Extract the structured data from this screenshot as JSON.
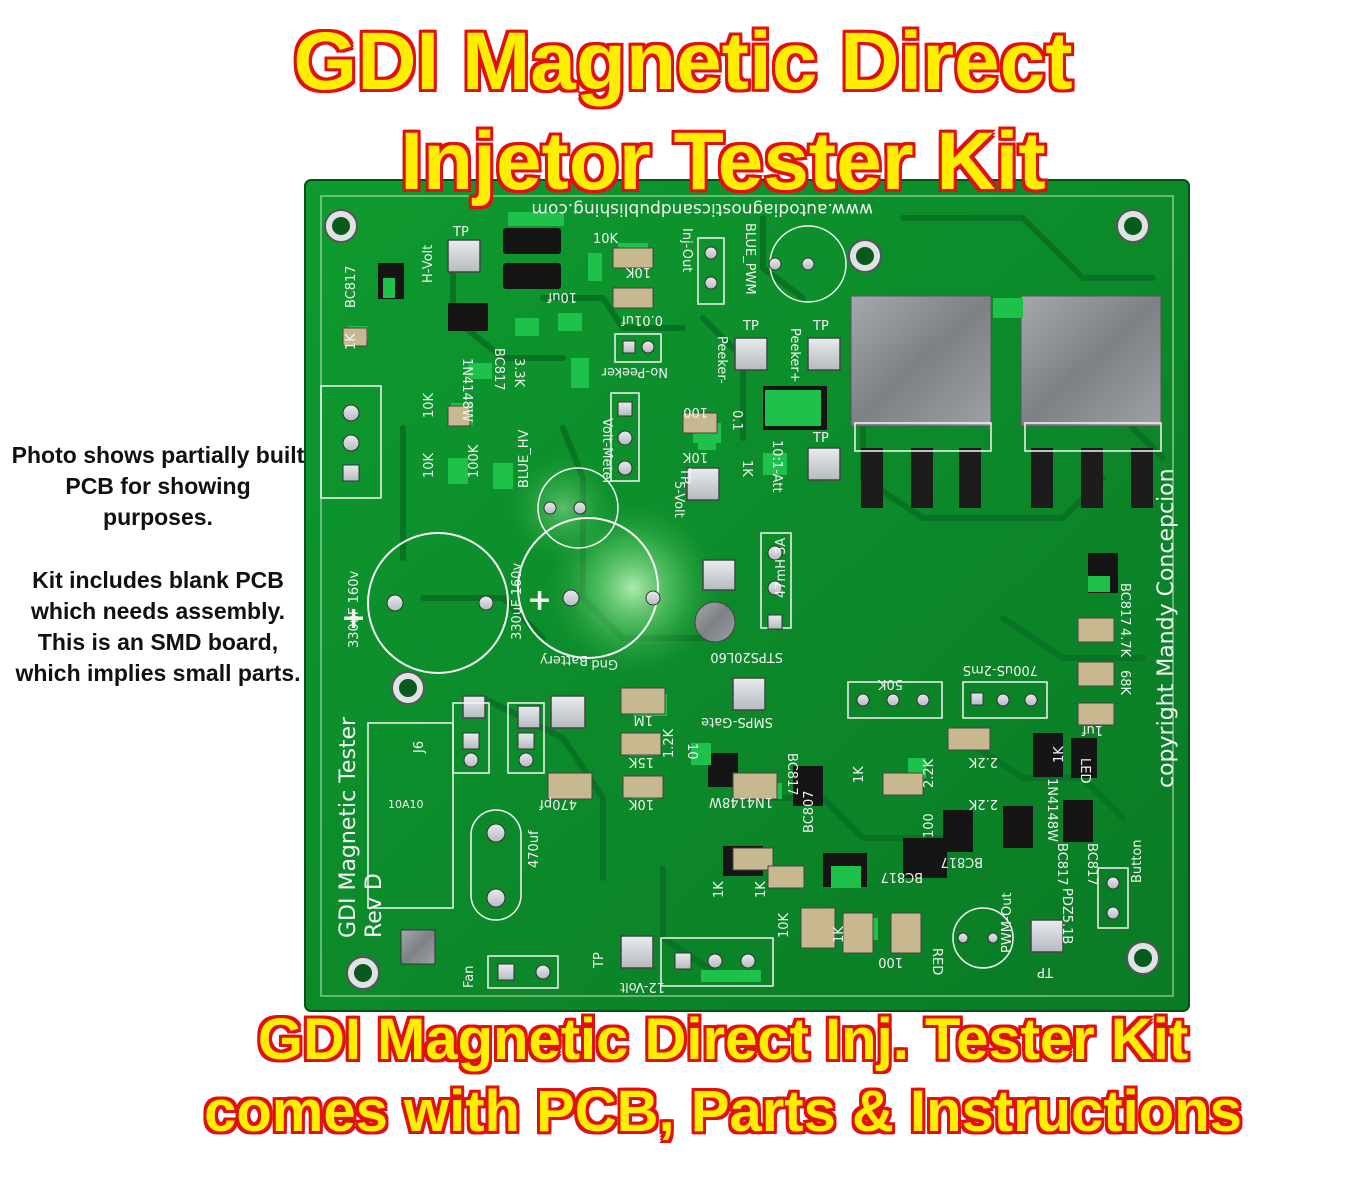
{
  "title_line1": "GDI Magnetic Direct",
  "title_line2": "Injetor Tester Kit",
  "side_note": {
    "para1": "Photo shows partially built PCB for showing purposes.",
    "para2": "Kit includes blank PCB which needs assembly. This is an SMD board, which implies small parts."
  },
  "bottom_line1": "GDI Magnetic Direct Inj. Tester Kit",
  "bottom_line2": "comes with PCB, Parts & Instructions",
  "pcb": {
    "url": "www.autodiagnosticsandpublishing.com",
    "board_name": "GDI Magnetic Tester",
    "revision": "Rev D",
    "copyright": "copyright Mandy Concepcion",
    "labels": {
      "h_volt": "H-Volt",
      "tp": "TP",
      "bc817": "BC817",
      "bc807": "BC807",
      "r1k": "1K",
      "r10k": "10K",
      "r100k": "100K",
      "r3_3k": "3.3K",
      "r15k": "15K",
      "r1m": "1M",
      "r4_7k": "4.7K",
      "r68k": "68K",
      "r2_2k": "2.2K",
      "r100": "100",
      "r10": "10",
      "r1_2k": "1.2K",
      "r50k": "50K",
      "c10uf": "10uf",
      "c0_01uf": "0.01uf",
      "c470pf": "470pf",
      "c470uf": "470uf",
      "c1uf": "1uf",
      "c330": "330uF 160v",
      "in4148": "1N4148W",
      "no_peeker": "No-Peeker",
      "peeker_minus": "Peeker-",
      "peeker_plus": "Peeker+",
      "inj_out": "Inj-Out",
      "blue_pwm": "BLUE_PWM",
      "blue_hv": "BLUE_HV",
      "volt_meter": "Volt-Meter",
      "v5": "5-Volt",
      "att": "10:1-Att",
      "r0_1": "0.1",
      "inductor": "47mH 3A",
      "diode": "STPS20L60",
      "timing": "700uS-2mS",
      "smps_gate": "SMPS-Gate",
      "battery": "Battery",
      "gnd": "Gnd",
      "j6": "J6",
      "fuse": "10A10",
      "fan": "Fan",
      "v12": "12-Volt",
      "pwm_out": "PWM-Out",
      "red": "RED",
      "button": "Button",
      "pdz": "PDZ5.1B",
      "led": "LED"
    }
  },
  "colors": {
    "title_fill": "#ffee00",
    "title_outline": "#e01010",
    "pcb_green": "#0c8a2a",
    "silkscreen": "#f4f4f4"
  }
}
